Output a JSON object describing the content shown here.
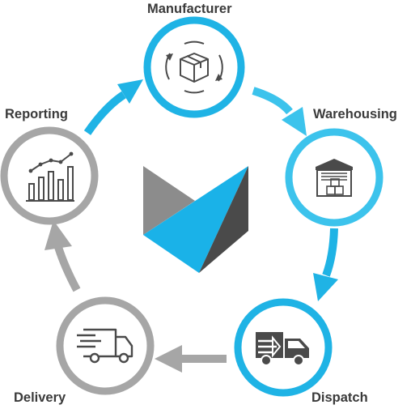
{
  "stages": [
    {
      "label": "Manufacturer",
      "icon": "box-cycle-icon",
      "state": "active"
    },
    {
      "label": "Warehousing",
      "icon": "warehouse-icon",
      "state": "active"
    },
    {
      "label": "Dispatch",
      "icon": "fast-truck-icon",
      "state": "active"
    },
    {
      "label": "Delivery",
      "icon": "delivery-truck-icon",
      "state": "inactive"
    },
    {
      "label": "Reporting",
      "icon": "bar-chart-icon",
      "state": "inactive"
    }
  ],
  "center": {
    "icon": "brand-logo-icon"
  },
  "colors": {
    "active": "#1fb3e5",
    "active_light": "#3cc3ec",
    "inactive": "#a6a6a6",
    "icon_dark": "#4a4a4a",
    "logo_gray": "#8c8c8c",
    "logo_blue": "#1ab2e8",
    "logo_dark": "#4a4a4a"
  }
}
